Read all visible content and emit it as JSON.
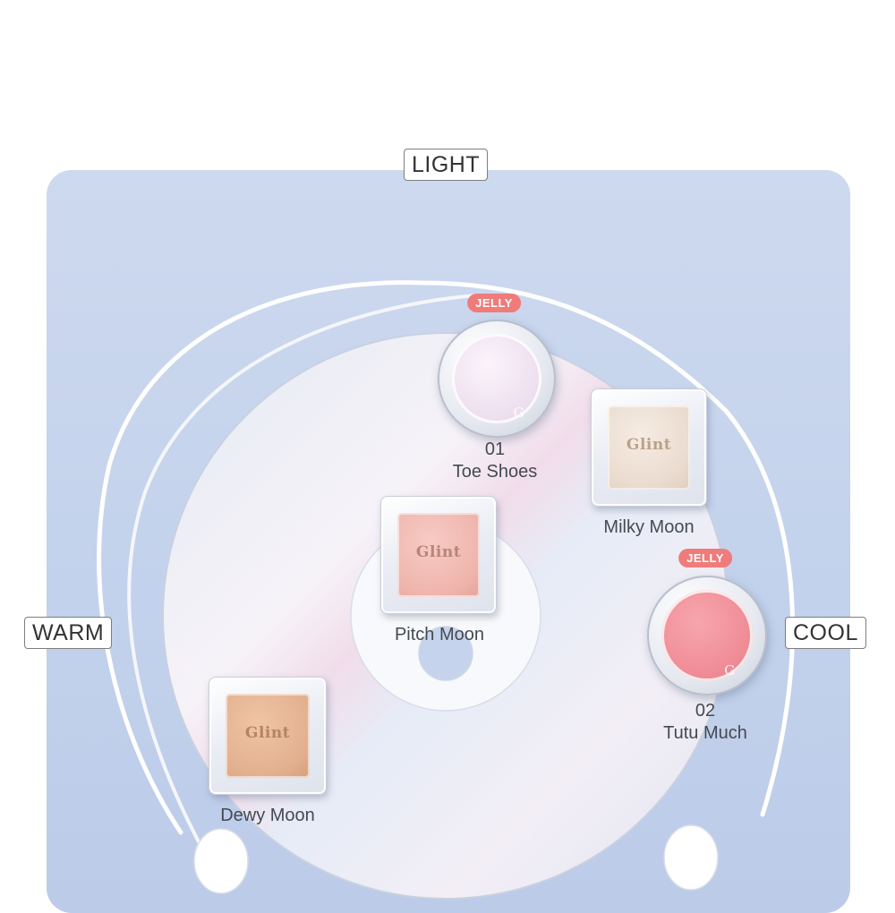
{
  "axes": {
    "top": "LIGHT",
    "left": "WARM",
    "right": "COOL"
  },
  "products": [
    {
      "number": "01",
      "name": "Toe Shoes",
      "badge": "JELLY",
      "shape": "round",
      "pan_color": "#f1e6f2"
    },
    {
      "number": "",
      "name": "Milky Moon",
      "badge": "",
      "shape": "square",
      "pan_color": "#eadbcf"
    },
    {
      "number": "",
      "name": "Pitch Moon",
      "badge": "",
      "shape": "square",
      "pan_color": "#efb5ad"
    },
    {
      "number": "02",
      "name": "Tutu Much",
      "badge": "JELLY",
      "shape": "round",
      "pan_color": "#f08e98"
    },
    {
      "number": "",
      "name": "Dewy Moon",
      "badge": "",
      "shape": "square",
      "pan_color": "#e3b08f"
    }
  ],
  "brand_mark": "Glint",
  "brand_initial": "G",
  "colors": {
    "panel_background": "#c8d5ec",
    "badge": "#ef7b7b",
    "label_text": "#454a52"
  }
}
